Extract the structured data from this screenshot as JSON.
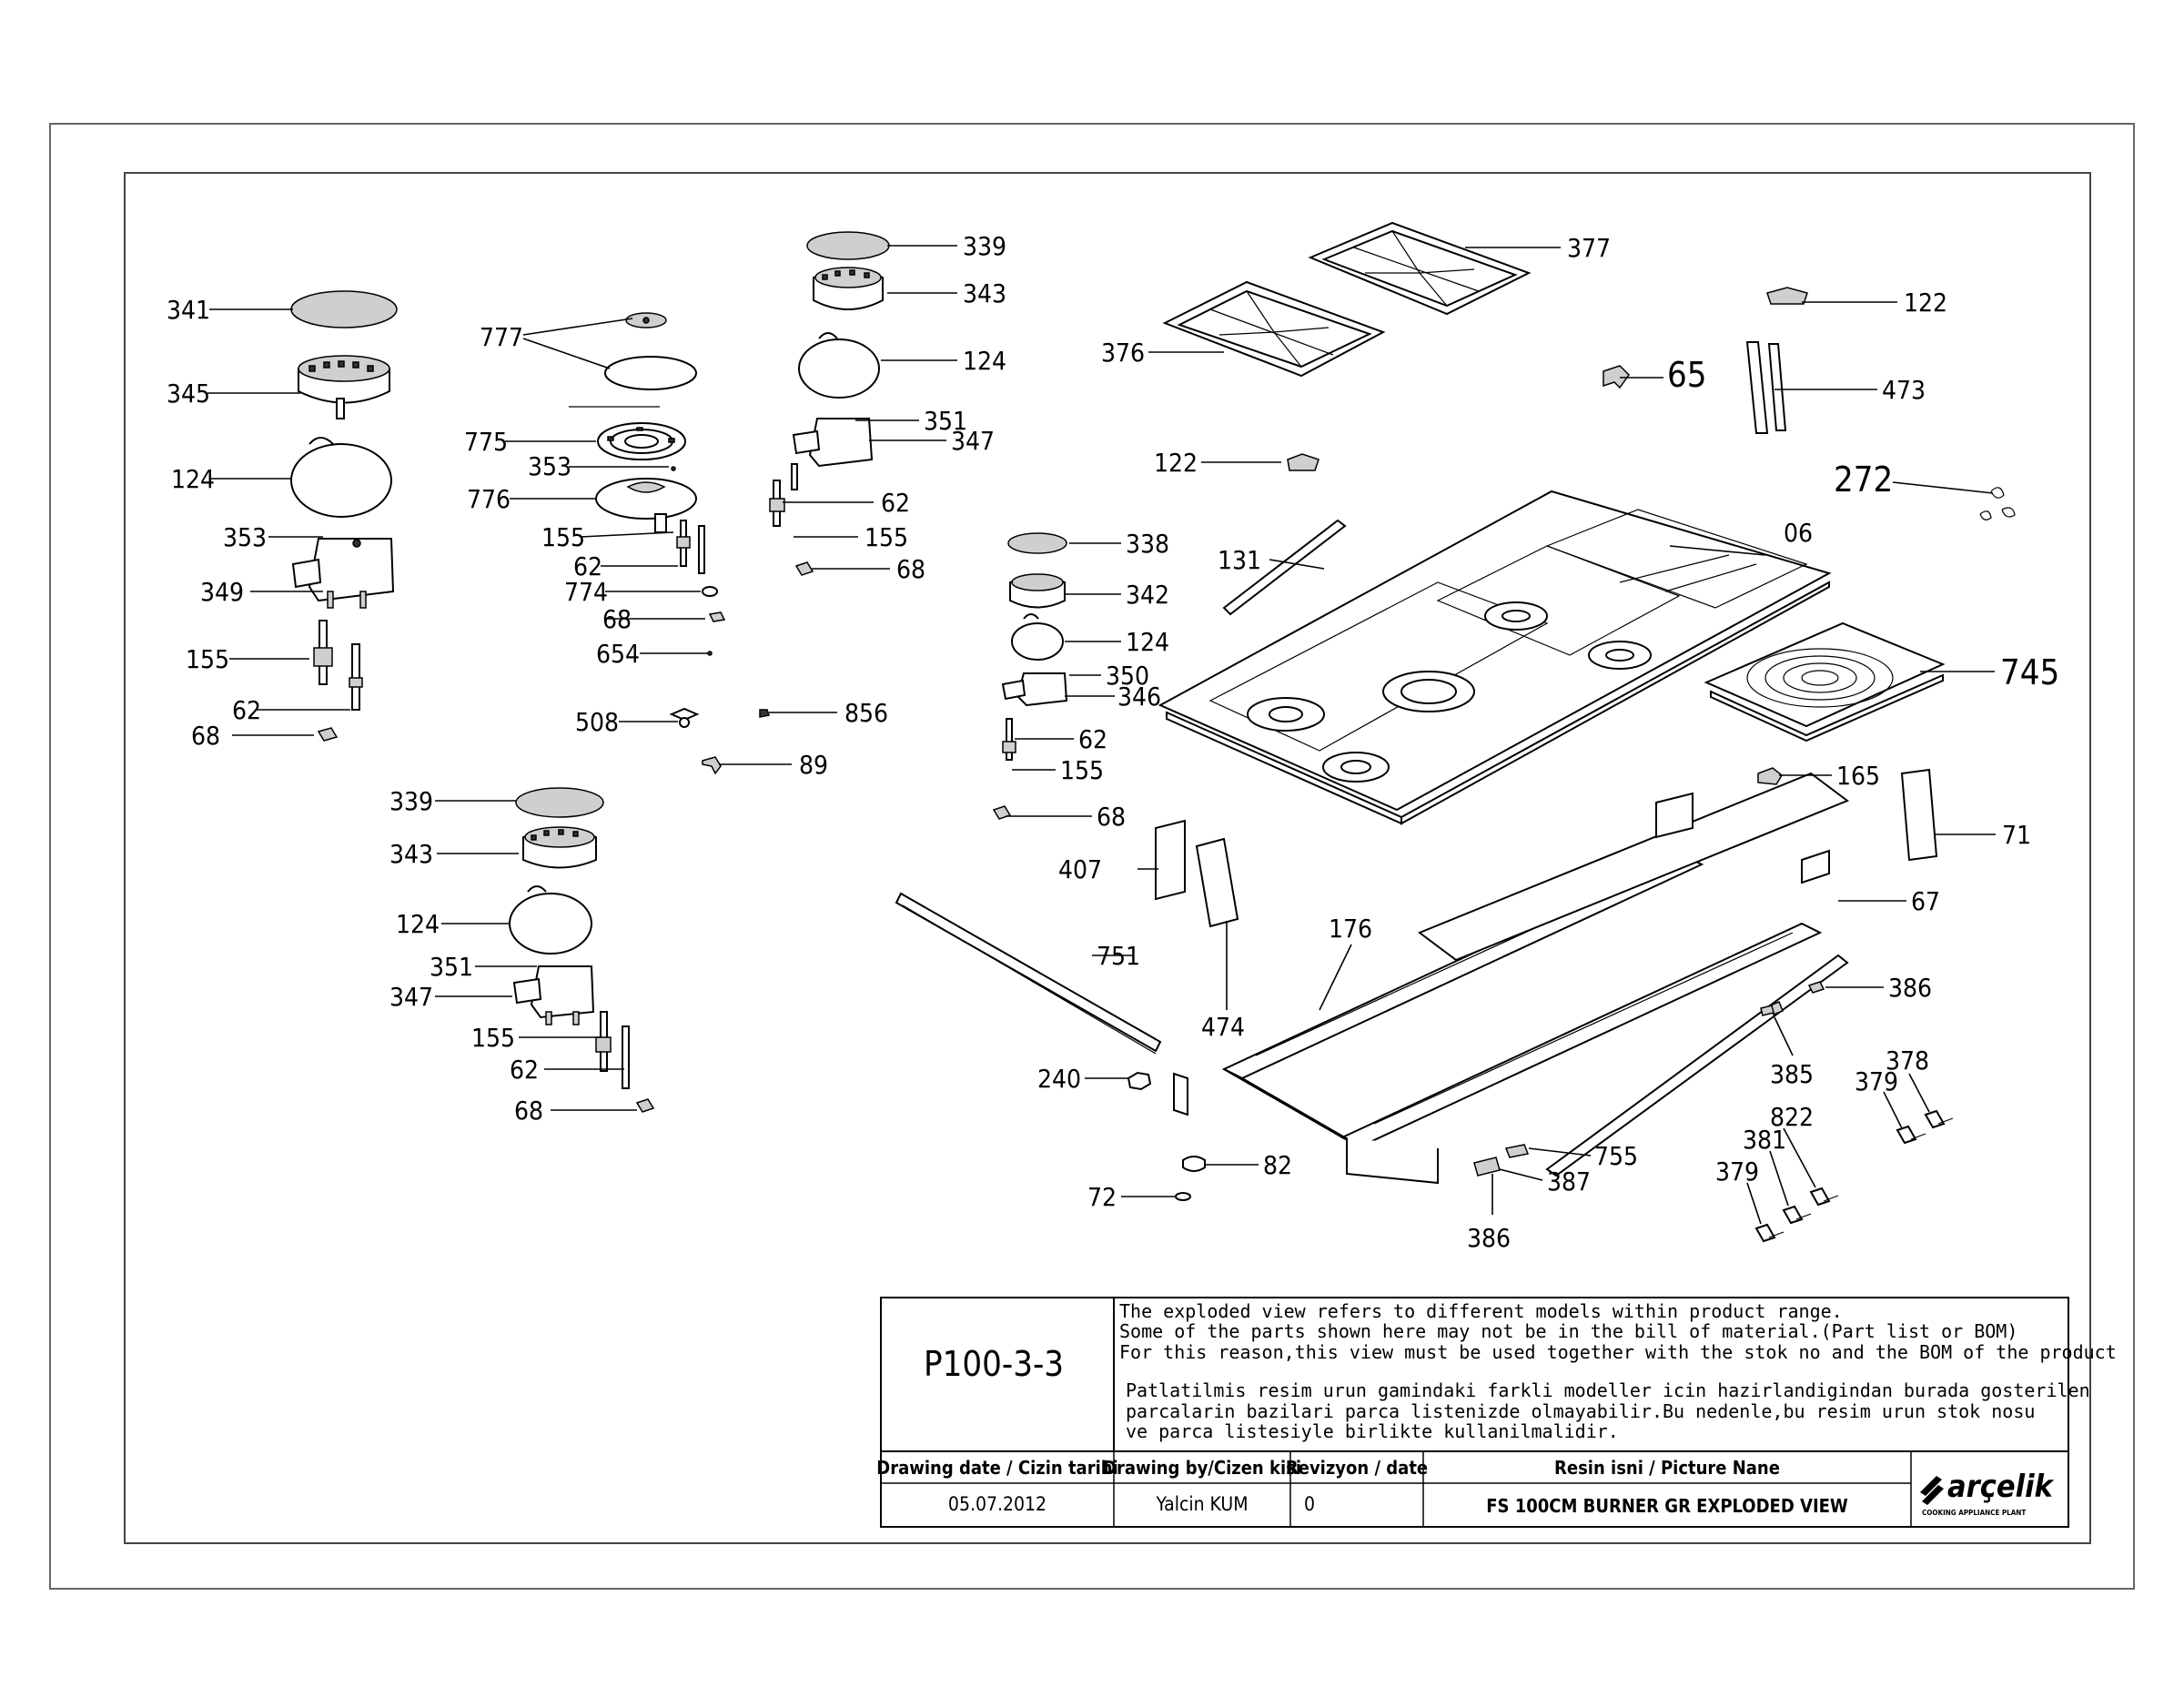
{
  "parts": {
    "p341": "341",
    "p345": "345",
    "p124a": "124",
    "p353a": "353",
    "p349": "349",
    "p155a": "155",
    "p62a": "62",
    "p68a": "68",
    "p777": "777",
    "p775": "775",
    "p353b": "353",
    "p776": "776",
    "p155b": "155",
    "p62b": "62",
    "p774": "774",
    "p68b": "68",
    "p654": "654",
    "p508": "508",
    "p856": "856",
    "p89": "89",
    "p339a": "339",
    "p343a": "343",
    "p124b": "124",
    "p351a": "351",
    "p347a": "347",
    "p62c": "62",
    "p155c": "155",
    "p68c": "68",
    "p339b": "339",
    "p343b": "343",
    "p124c": "124",
    "p351b": "351",
    "p347b": "347",
    "p155d": "155",
    "p62d": "62",
    "p68d": "68",
    "p377": "377",
    "p376": "376",
    "p122a": "122",
    "p65": "65",
    "p473": "473",
    "p122b": "122",
    "p272": "272",
    "p131": "131",
    "p06": "06",
    "p338": "338",
    "p342": "342",
    "p124d": "124",
    "p350": "350",
    "p346": "346",
    "p62e": "62",
    "p155e": "155",
    "p68e": "68",
    "p745": "745",
    "p165": "165",
    "p71": "71",
    "p67": "67",
    "p407": "407",
    "p474": "474",
    "p176": "176",
    "p751": "751",
    "p386a": "386",
    "p385": "385",
    "p240": "240",
    "p82": "82",
    "p72": "72",
    "p755": "755",
    "p387": "387",
    "p386b": "386",
    "p378": "378",
    "p379a": "379",
    "p822": "822",
    "p381": "381",
    "p379b": "379"
  },
  "title_block": {
    "drawing_no": "P100-3-3",
    "note_en": [
      "The exploded view refers to different models within product range.",
      "Some of the parts shown here may not be in the bill of material.(Part list or BOM)",
      "For this reason,this view must be used together with the stok no and the BOM of the product"
    ],
    "note_tr": [
      "Patlatilmis resim urun gamindaki farkli modeller icin hazirlandigindan burada gosterilen",
      "parcalarin bazilari parca listenizde olmayabilir.Bu nedenle,bu resim urun stok nosu",
      "ve parca listesiyle birlikte kullanilmalidir."
    ],
    "date_header": "Drawing date / Cizin tarihi",
    "date_value": "05.07.2012",
    "drawnby_header": "Drawing by/Cizen kisi",
    "drawnby_value": "Yalcin KUM",
    "rev_header": "Revizyon / date",
    "rev_value": "0",
    "picture_header": "Resin isni / Picture Nane",
    "picture_value": "FS 100CM BURNER GR EXPLODED VIEW",
    "logo_text": "arçelik",
    "logo_sub": "COOKING APPLIANCE PLANT"
  }
}
